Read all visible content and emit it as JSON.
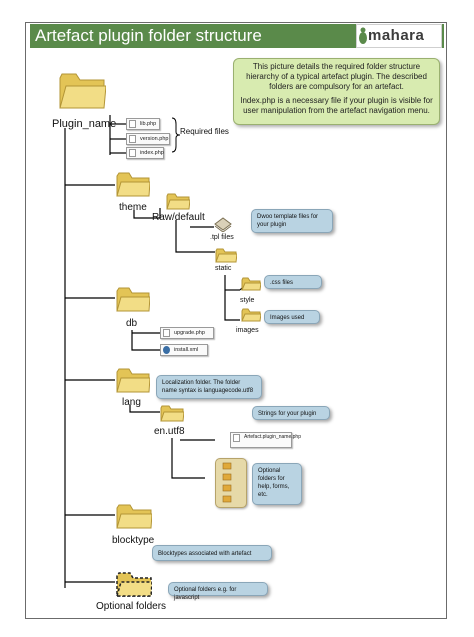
{
  "title": "Artefact plugin  folder structure",
  "logo_text": "mahara",
  "info": {
    "paragraph1": "This picture details the required folder structure hierarchy of a typical artefact plugin. The described folders are compulsory for an artefact.",
    "paragraph2": "Index.php is a necessary file if your plugin is visible for user manipulation from the artefact navigation menu."
  },
  "nodes": {
    "plugin_name": "Plugin_name",
    "theme": "theme",
    "raw_default": "Raw/default",
    "tpl_files": ".tpl files",
    "static": "static",
    "css_files": ".css files",
    "style": "style",
    "images": "images",
    "db": "db",
    "lang": "lang",
    "en_utf8": "en.utf8",
    "blocktype": "blocktype",
    "optional_folders": "Optional folders"
  },
  "files": {
    "lib_php": "lib.php",
    "version_php": "version.php",
    "index_php": "index.php",
    "upgrade_php": "upgrade.php",
    "install_xml": "install.xml",
    "artefact_plugin_name_php": "Artefact.plugin_name.php"
  },
  "labels": {
    "required_files": "Required files"
  },
  "callouts": {
    "dwoo": "Dwoo template files for your plugin",
    "css": ".css files",
    "images_used": "Images used",
    "localization": "Localization folder. The folder name syntax is languagecode.utf8",
    "strings": "Strings for your plugin",
    "optional_help": "Optional folders for help, forms, etc.",
    "blocktypes": "Blocktypes associated with artefact",
    "optional_js": "Optional folders e.g. for javascript"
  },
  "colors": {
    "banner": "#5a8a4a",
    "info_bg": "#d8ebb0",
    "callout_bg": "#b9d3e2",
    "folder": "#e8cf6a"
  }
}
